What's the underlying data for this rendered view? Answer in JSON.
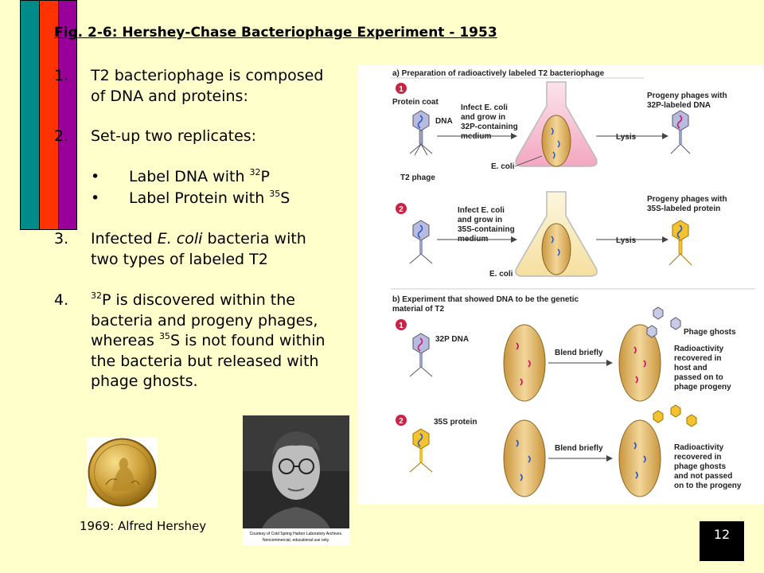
{
  "slide": {
    "title": "Fig. 2-6: Hershey-Chase Bacteriophage Experiment - 1953",
    "colors": {
      "background": "#ffffcc",
      "bar1": "#008b8b",
      "bar2": "#ff3300",
      "bar3": "#990099"
    },
    "points": {
      "p1_num": "1.",
      "p1_line1": "T2 bacteriophage is composed",
      "p1_line2": "of DNA and proteins:",
      "p2_num": "2.",
      "p2_line1": "Set-up two replicates:",
      "bullet1_mark": "•",
      "bullet1_text": "Label DNA with ",
      "bullet1_sup": "32",
      "bullet1_elem": "P",
      "bullet2_mark": "•",
      "bullet2_text": "Label Protein with ",
      "bullet2_sup": "35",
      "bullet2_elem": "S",
      "p3_num": "3.",
      "p3_line1_a": "Infected ",
      "p3_line1_b": "E. coli",
      "p3_line1_c": " bacteria with",
      "p3_line2": "two types of labeled T2",
      "p4_num": "4.",
      "p4_line1_sup": "32",
      "p4_line1": "P is discovered within the",
      "p4_line2": "bacteria and progeny phages,",
      "p4_line3_a": "whereas ",
      "p4_line3_sup": "35",
      "p4_line3_b": "S is not found within",
      "p4_line4": "the bacteria but released with",
      "p4_line5": "phage ghosts."
    },
    "caption": "1969: Alfred Hershey",
    "photo_credit_1": "Courtesy of Cold Spring Harbor Laboratory Archives.",
    "photo_credit_2": "Noncommercial, educational use only.",
    "page_number": "12"
  },
  "figure": {
    "a_heading": "a) Preparation of radioactively labeled T2 bacteriophage",
    "protein_coat": "Protein coat",
    "dna": "DNA",
    "t2_phage": "T2 phage",
    "step1": "1",
    "step2": "2",
    "infect1_l1": "Infect E. coli",
    "infect1_l2": "and grow in",
    "infect1_l3": "32P-containing",
    "infect1_l4": "medium",
    "ecoli": "E. coli",
    "lysis": "Lysis",
    "progeny1_l1": "Progeny phages with",
    "progeny1_l2": "32P-labeled DNA",
    "infect2_l1": "Infect E. coli",
    "infect2_l2": "and grow in",
    "infect2_l3": "35S-containing",
    "infect2_l4": "medium",
    "progeny2_l1": "Progeny phages with",
    "progeny2_l2": "35S-labeled protein",
    "b_heading_l1": "b) Experiment that showed DNA to be the genetic",
    "b_heading_l2": "material of T2",
    "p32_dna": "32P DNA",
    "blend": "Blend briefly",
    "phage_ghosts": "Phage ghosts",
    "radio1_l1": "Radioactivity",
    "radio1_l2": "recovered in",
    "radio1_l3": "host and",
    "radio1_l4": "passed on to",
    "radio1_l5": "phage progeny",
    "s35_protein": "35S protein",
    "radio2_l1": "Radioactivity",
    "radio2_l2": "recovered in",
    "radio2_l3": "phage ghosts",
    "radio2_l4": "and not passed",
    "radio2_l5": "on to the progeny"
  }
}
